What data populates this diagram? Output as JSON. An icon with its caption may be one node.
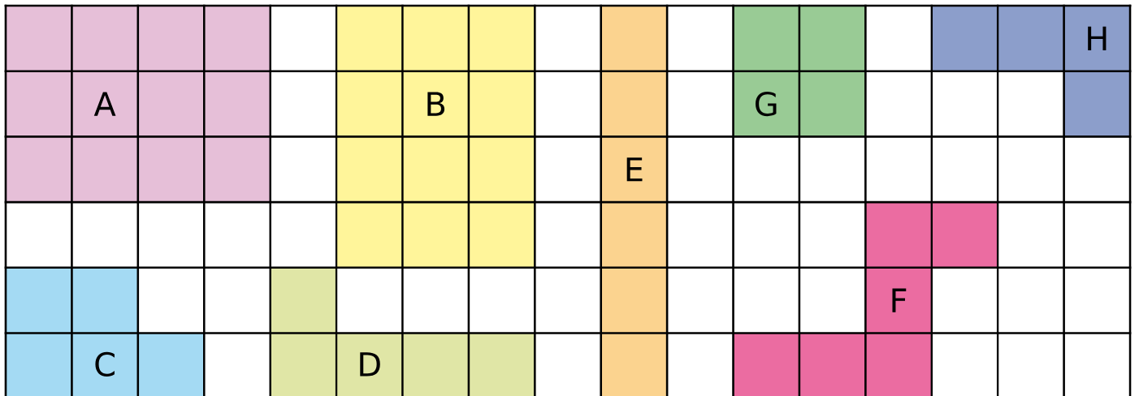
{
  "diagram": {
    "nodes": [
      {
        "text": [
          "A"
        ]
      },
      {
        "text": [
          "B"
        ]
      },
      {
        "text": [
          "E"
        ]
      },
      {
        "text": [
          "G"
        ]
      },
      {
        "text": [
          "H"
        ]
      },
      {
        "text": [
          "F"
        ]
      },
      {
        "text": [
          "C"
        ]
      },
      {
        "text": [
          "D"
        ]
      }
    ]
  }
}
